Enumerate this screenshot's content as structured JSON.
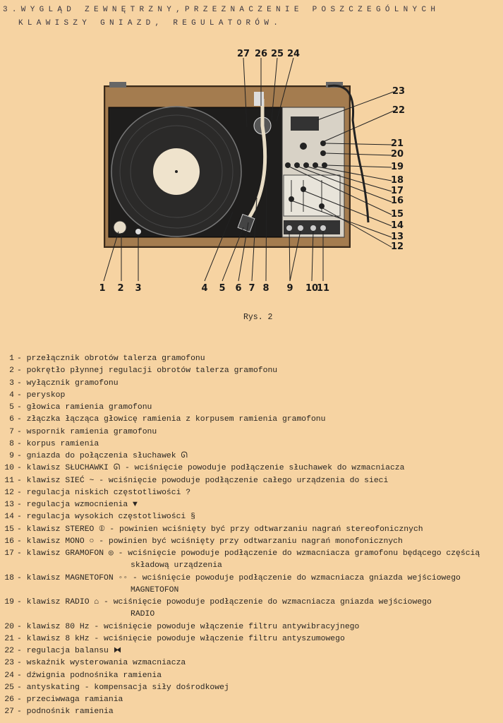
{
  "header": {
    "line1": "3.WYGLĄD ZEWNĘTRZNY,PRZEZNACZENIE POSZCZEGÓLNYCH",
    "line2": "KLAWISZY GNIAZD, REGULATORÓW."
  },
  "figure": {
    "caption": "Rys. 2",
    "callouts": [
      "1",
      "2",
      "3",
      "4",
      "5",
      "6",
      "7",
      "8",
      "9",
      "10",
      "11",
      "12",
      "13",
      "14",
      "15",
      "16",
      "17",
      "18",
      "19",
      "20",
      "21",
      "22",
      "23",
      "24",
      "25",
      "26",
      "27"
    ]
  },
  "legend": [
    {
      "n": "1",
      "text": "- przełącznik obrotów talerza gramofonu"
    },
    {
      "n": "2",
      "text": "- pokrętło płynnej regulacji obrotów talerza gramofonu"
    },
    {
      "n": "3",
      "text": "- wyłącznik gramofonu"
    },
    {
      "n": "4",
      "text": "- peryskop"
    },
    {
      "n": "5",
      "text": "- głowica ramienia gramofonu"
    },
    {
      "n": "6",
      "text": "- złączka łącząca głowicę ramienia z korpusem ramienia gramofonu"
    },
    {
      "n": "7",
      "text": "- wspornik ramienia gramofonu"
    },
    {
      "n": "8",
      "text": "- korpus ramienia"
    },
    {
      "n": "9",
      "text": "- gniazda do połączenia słuchawek ᘏ"
    },
    {
      "n": "10",
      "text": "- klawisz SŁUCHAWKI ᘏ  - wciśnięcie powoduje podłączenie słuchawek do wzmacniacza"
    },
    {
      "n": "11",
      "text": "- klawisz SIEĆ   ~    - wciśnięcie powoduje podłączenie całego urządzenia do sieci"
    },
    {
      "n": "12",
      "text": "- regulacja niskich częstotliwości ?"
    },
    {
      "n": "13",
      "text": "- regulacja wzmocnienia  ▼"
    },
    {
      "n": "14",
      "text": "- regulacja wysokich częstotliwości §"
    },
    {
      "n": "15",
      "text": "- klawisz STEREO ⦶ - powinien wciśnięty być przy odtwarzaniu nagrań stereofonicznych"
    },
    {
      "n": "16",
      "text": "- klawisz MONO  ○   - powinien być wciśnięty przy odtwarzaniu nagrań monofonicznych"
    },
    {
      "n": "17",
      "text": "- klawisz GRAMOFON ◎ - wciśnięcie powoduje podłączenie do wzmacniacza gramofonu będącego częścią",
      "cont": "składową urządzenia"
    },
    {
      "n": "18",
      "text": "- klawisz MAGNETOFON ◦◦ - wciśnięcie powoduje podłączenie do wzmacniacza gniazda wejściowego",
      "cont": "MAGNETOFON"
    },
    {
      "n": "19",
      "text": "- klawisz RADIO ⌂  -  wciśnięcie powoduje podłączenie do wzmacniacza gniazda wejściowego",
      "cont": "RADIO"
    },
    {
      "n": "20",
      "text": "- klawisz 80 Hz - wciśnięcie powoduje włączenie filtru antywibracyjnego"
    },
    {
      "n": "21",
      "text": "- klawisz  8 kHz - wciśnięcie powoduje włączenie filtru antyszumowego"
    },
    {
      "n": "22",
      "text": "- regulacja balansu ⧓"
    },
    {
      "n": "23",
      "text": "- wskaźnik wysterowania wzmacniacza"
    },
    {
      "n": "24",
      "text": "- dźwignia podnośnika ramienia"
    },
    {
      "n": "25",
      "text": "- antyskating - kompensacja siły dośrodkowej"
    },
    {
      "n": "26",
      "text": "- przeciwwaga ramiania"
    },
    {
      "n": "27",
      "text": "- podnośnik ramienia"
    }
  ]
}
